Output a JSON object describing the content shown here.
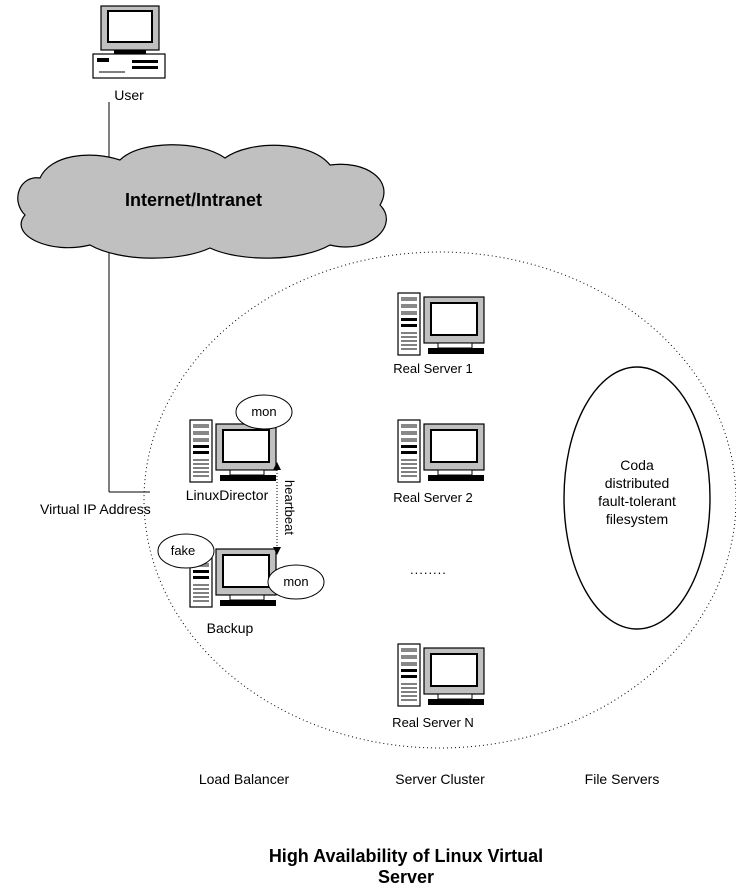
{
  "nodes": {
    "user": "User",
    "internet": "Internet/Intranet",
    "vip": "Virtual IP Address",
    "director": "LinuxDirector",
    "backup": "Backup",
    "rs1": "Real Server 1",
    "rs2": "Real Server 2",
    "rsn": "Real Server N",
    "ellipsis": "........"
  },
  "bubbles": {
    "mon_director": "mon",
    "fake": "fake",
    "mon_backup": "mon"
  },
  "edges": {
    "heartbeat": "heartbeat"
  },
  "coda": [
    "Coda",
    "distributed",
    "fault-tolerant",
    "filesystem"
  ],
  "columns": {
    "load_balancer": "Load Balancer",
    "server_cluster": "Server Cluster",
    "file_servers": "File Servers"
  },
  "title": "High Availability of Linux Virtual Server"
}
